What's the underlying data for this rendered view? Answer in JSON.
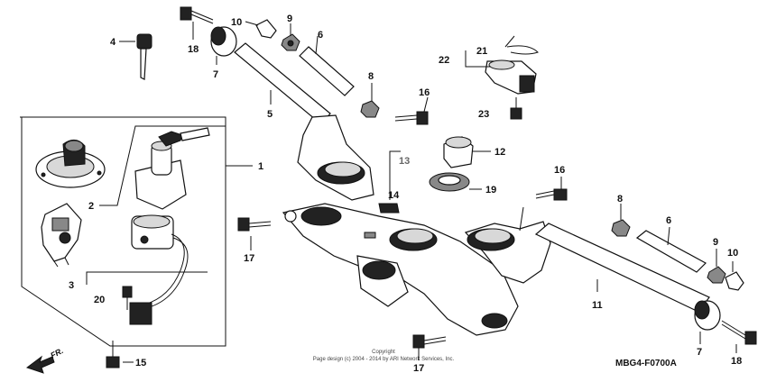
{
  "callouts": [
    {
      "id": "c1",
      "text": "1"
    },
    {
      "id": "c2",
      "text": "2"
    },
    {
      "id": "c3",
      "text": "3"
    },
    {
      "id": "c4",
      "text": "4"
    },
    {
      "id": "c5",
      "text": "5"
    },
    {
      "id": "c6a",
      "text": "6"
    },
    {
      "id": "c6b",
      "text": "6"
    },
    {
      "id": "c7a",
      "text": "7"
    },
    {
      "id": "c7b",
      "text": "7"
    },
    {
      "id": "c8a",
      "text": "8"
    },
    {
      "id": "c8b",
      "text": "8"
    },
    {
      "id": "c9a",
      "text": "9"
    },
    {
      "id": "c9b",
      "text": "9"
    },
    {
      "id": "c10a",
      "text": "10"
    },
    {
      "id": "c10b",
      "text": "10"
    },
    {
      "id": "c11",
      "text": "11"
    },
    {
      "id": "c12",
      "text": "12"
    },
    {
      "id": "c13",
      "text": "13"
    },
    {
      "id": "c14",
      "text": "14"
    },
    {
      "id": "c15",
      "text": "15"
    },
    {
      "id": "c16a",
      "text": "16"
    },
    {
      "id": "c16b",
      "text": "16"
    },
    {
      "id": "c17a",
      "text": "17"
    },
    {
      "id": "c17b",
      "text": "17"
    },
    {
      "id": "c18a",
      "text": "18"
    },
    {
      "id": "c18b",
      "text": "18"
    },
    {
      "id": "c19",
      "text": "19"
    },
    {
      "id": "c20",
      "text": "20"
    },
    {
      "id": "c21",
      "text": "21"
    },
    {
      "id": "c22",
      "text": "22"
    },
    {
      "id": "c23",
      "text": "23"
    }
  ],
  "direction_label": "FR.",
  "diagram_code": "MBG4-F0700A",
  "copyright_line1": "Copyright",
  "copyright_line2": "Page design (c) 2004 - 2014 by ARI Network Services, Inc."
}
